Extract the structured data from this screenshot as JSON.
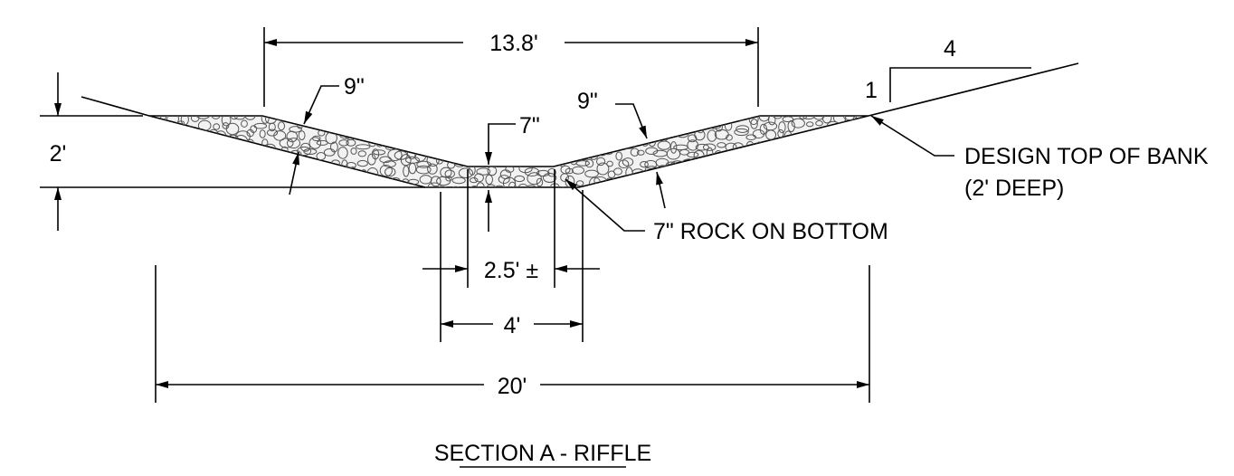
{
  "title": "SECTION A - RIFFLE",
  "labels": {
    "top_width": "13.8'",
    "slope_run": "4",
    "slope_rise": "1",
    "rock_thickness_left": "9\"",
    "rock_thickness_right": "9\"",
    "rock_thickness_bottom": "7\"",
    "depth": "2'",
    "bottom_width": "2.5' ±",
    "bed_width": "4'",
    "total_width": "20'",
    "bank_note_line1": "DESIGN TOP OF BANK",
    "bank_note_line2": "(2' DEEP)",
    "rock_note": "7\" ROCK ON BOTTOM"
  },
  "colors": {
    "line": "#000000",
    "rock_fill": "#f2f2f2",
    "stone_outline": "#555555"
  }
}
